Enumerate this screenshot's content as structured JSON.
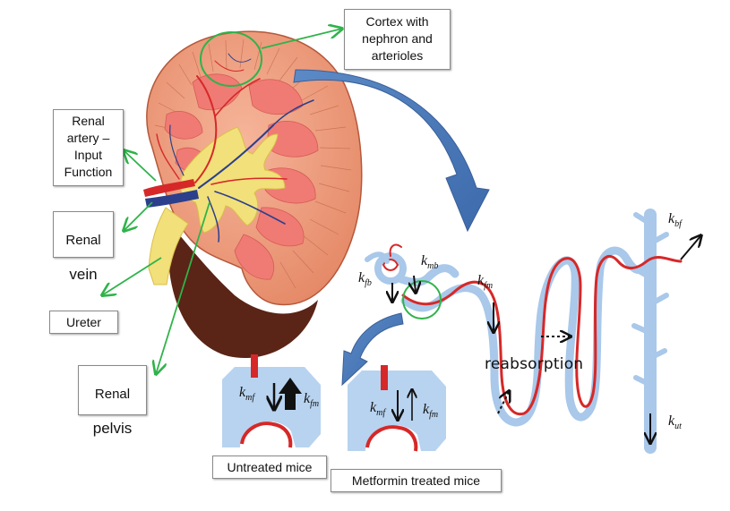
{
  "labels": {
    "cortex": "Cortex with\nnephron and\narterioles",
    "renal_artery": "Renal\nartery –\nInput\nFunction",
    "renal_vein_line1": "Renal",
    "renal_vein_line2": "vein",
    "ureter": "Ureter",
    "renal_pelvis_line1": "Renal",
    "renal_pelvis_line2": "pelvis",
    "untreated": "Untreated mice",
    "metformin": "Metformin treated mice",
    "reabsorption": "reabsorption"
  },
  "rate_constants": {
    "k": "k",
    "bf": "bf",
    "mb": "mb",
    "fb": "fb",
    "fm": "fm",
    "mf": "mf",
    "ut": "ut"
  },
  "colors": {
    "kidney_cortex": "#e9967a",
    "kidney_pyramid": "#f08080",
    "pelvis_yellow": "#f2e07a",
    "vessel_red": "#d62828",
    "vessel_blue": "#2b3f8c",
    "tubule_blue": "#a9c8ea",
    "arrow_blue": "#4a78b8",
    "pointer_green": "#2fb34a",
    "dark_medulla": "#5a2416"
  },
  "icons": [
    "kidney-cross-section-illustration",
    "nephron-tubule",
    "big-curved-arrow",
    "small-curved-arrow"
  ]
}
